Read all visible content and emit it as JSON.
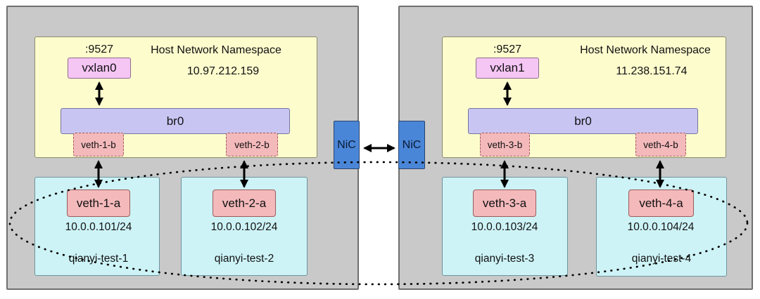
{
  "colors": {
    "canvas-bg": "#ffffff",
    "host-fill": "#c9c9c9",
    "host-border": "#6f6f6f",
    "hostns-fill": "#fdfccd",
    "hostns-border": "#8b8b70",
    "vxlan-fill": "#f5c5f4",
    "vxlan-border": "#8c6f8c",
    "bridge-fill": "#c9c5f3",
    "bridge-border": "#75759b",
    "veth-fill": "#f4b9bb",
    "veth-border": "#9c5c5c",
    "netns-fill": "#cdf3f6",
    "netns-border": "#6e939e",
    "nic-fill": "#4a86d8",
    "nic-border": "#28456e",
    "arrow": "#000000",
    "text": "#111111"
  },
  "hosts": [
    {
      "ns_title": "Host Network Namespace",
      "ip": "10.97.212.159",
      "vtep_port": ":9527",
      "vtep_label": "vxlan0",
      "bridge_label": "br0",
      "nic_label": "NiC",
      "host_veths": [
        {
          "label": "veth-1-b"
        },
        {
          "label": "veth-2-b"
        }
      ],
      "netns": [
        {
          "veth_label": "veth-1-a",
          "ip": "10.0.0.101/24",
          "name": "qianyi-test-1"
        },
        {
          "veth_label": "veth-2-a",
          "ip": "10.0.0.102/24",
          "name": "qianyi-test-2"
        }
      ]
    },
    {
      "ns_title": "Host Network Namespace",
      "ip": "11.238.151.74",
      "vtep_port": ":9527",
      "vtep_label": "vxlan1",
      "bridge_label": "br0",
      "nic_label": "NiC",
      "host_veths": [
        {
          "label": "veth-3-b"
        },
        {
          "label": "veth-4-b"
        }
      ],
      "netns": [
        {
          "veth_label": "veth-3-a",
          "ip": "10.0.0.103/24",
          "name": "qianyi-test-3"
        },
        {
          "veth_label": "veth-4-a",
          "ip": "10.0.0.104/24",
          "name": "qianyi-test-4"
        }
      ]
    }
  ]
}
